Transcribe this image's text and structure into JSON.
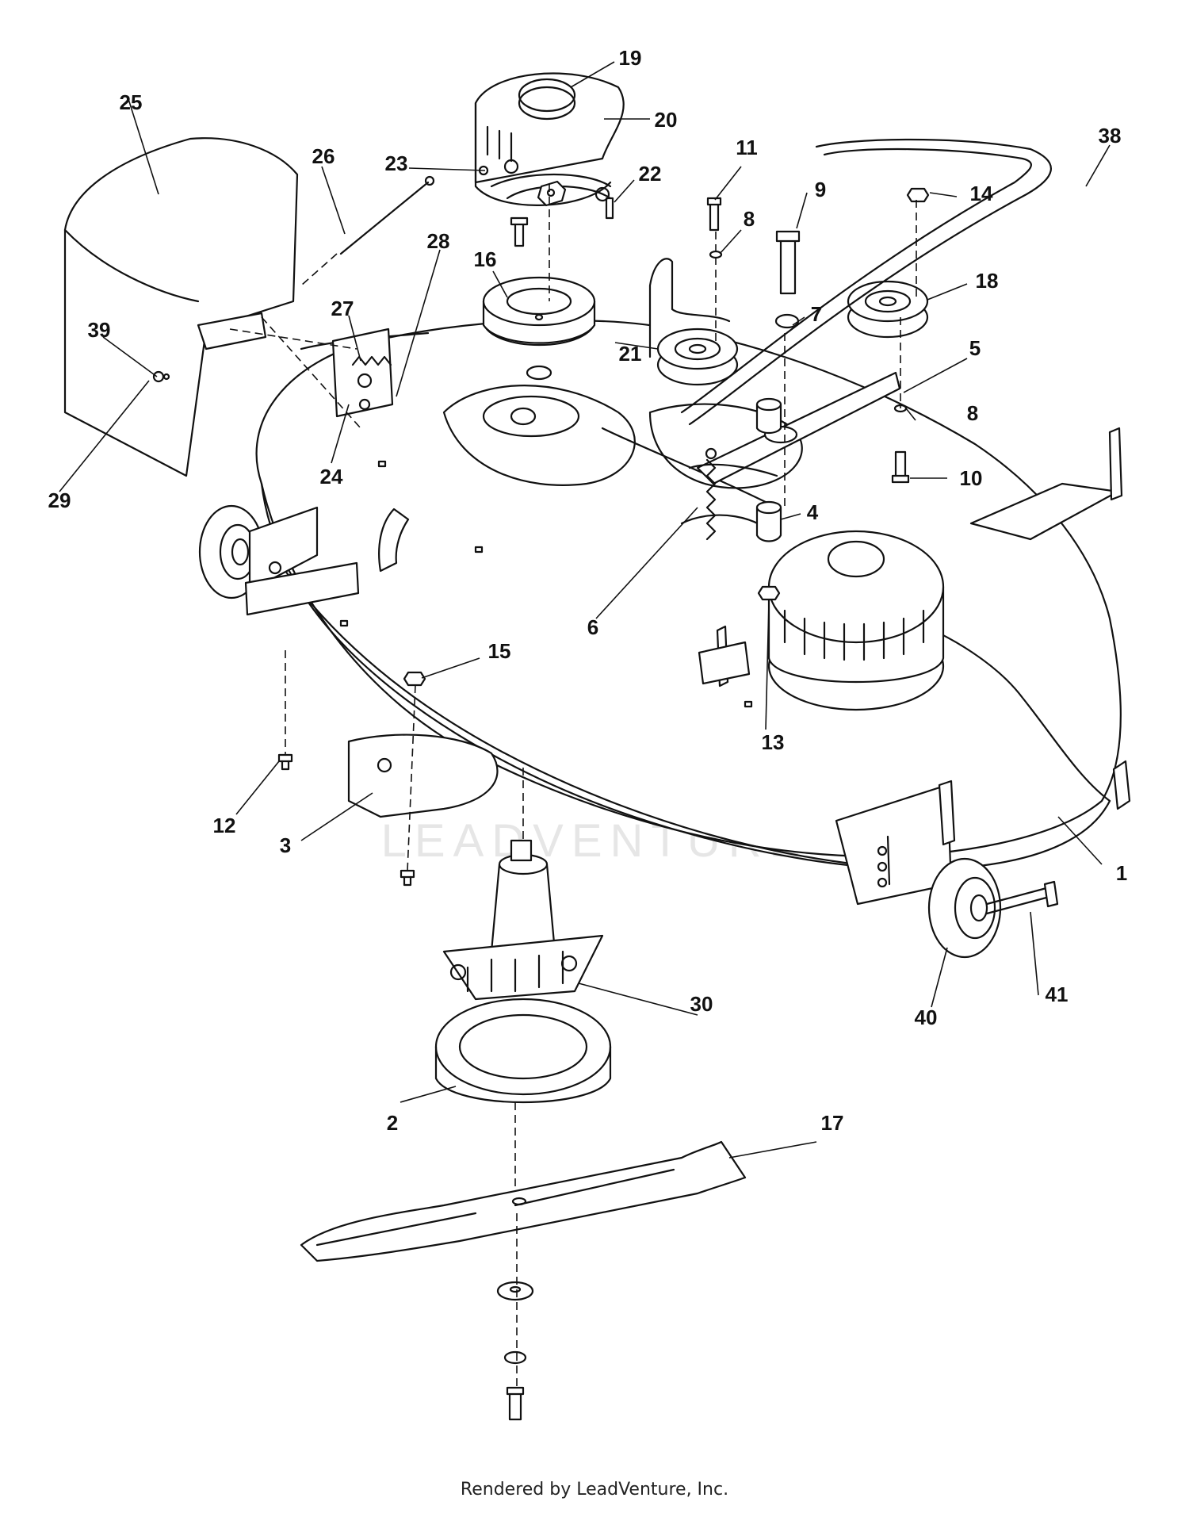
{
  "diagram": {
    "footer_text": "Rendered by LeadVenture, Inc.",
    "watermark_text": "LEADVENTURE",
    "colors": {
      "line": "#111111",
      "watermark": "#e6e6e6",
      "background": "#ffffff"
    },
    "parts": [
      {
        "id": "p1",
        "label": "1"
      },
      {
        "id": "p2",
        "label": "2"
      },
      {
        "id": "p3",
        "label": "3"
      },
      {
        "id": "p4",
        "label": "4"
      },
      {
        "id": "p5",
        "label": "5"
      },
      {
        "id": "p6",
        "label": "6"
      },
      {
        "id": "p7",
        "label": "7"
      },
      {
        "id": "p8a",
        "label": "8"
      },
      {
        "id": "p8b",
        "label": "8"
      },
      {
        "id": "p9",
        "label": "9"
      },
      {
        "id": "p10",
        "label": "10"
      },
      {
        "id": "p11",
        "label": "11"
      },
      {
        "id": "p12",
        "label": "12"
      },
      {
        "id": "p13",
        "label": "13"
      },
      {
        "id": "p14",
        "label": "14"
      },
      {
        "id": "p15",
        "label": "15"
      },
      {
        "id": "p16",
        "label": "16"
      },
      {
        "id": "p17",
        "label": "17"
      },
      {
        "id": "p18",
        "label": "18"
      },
      {
        "id": "p19",
        "label": "19"
      },
      {
        "id": "p20",
        "label": "20"
      },
      {
        "id": "p21",
        "label": "21"
      },
      {
        "id": "p22",
        "label": "22"
      },
      {
        "id": "p23",
        "label": "23"
      },
      {
        "id": "p24",
        "label": "24"
      },
      {
        "id": "p25",
        "label": "25"
      },
      {
        "id": "p26",
        "label": "26"
      },
      {
        "id": "p27",
        "label": "27"
      },
      {
        "id": "p28",
        "label": "28"
      },
      {
        "id": "p29",
        "label": "29"
      },
      {
        "id": "p30",
        "label": "30"
      },
      {
        "id": "p38",
        "label": "38"
      },
      {
        "id": "p39",
        "label": "39"
      },
      {
        "id": "p40",
        "label": "40"
      },
      {
        "id": "p41",
        "label": "41"
      }
    ]
  }
}
